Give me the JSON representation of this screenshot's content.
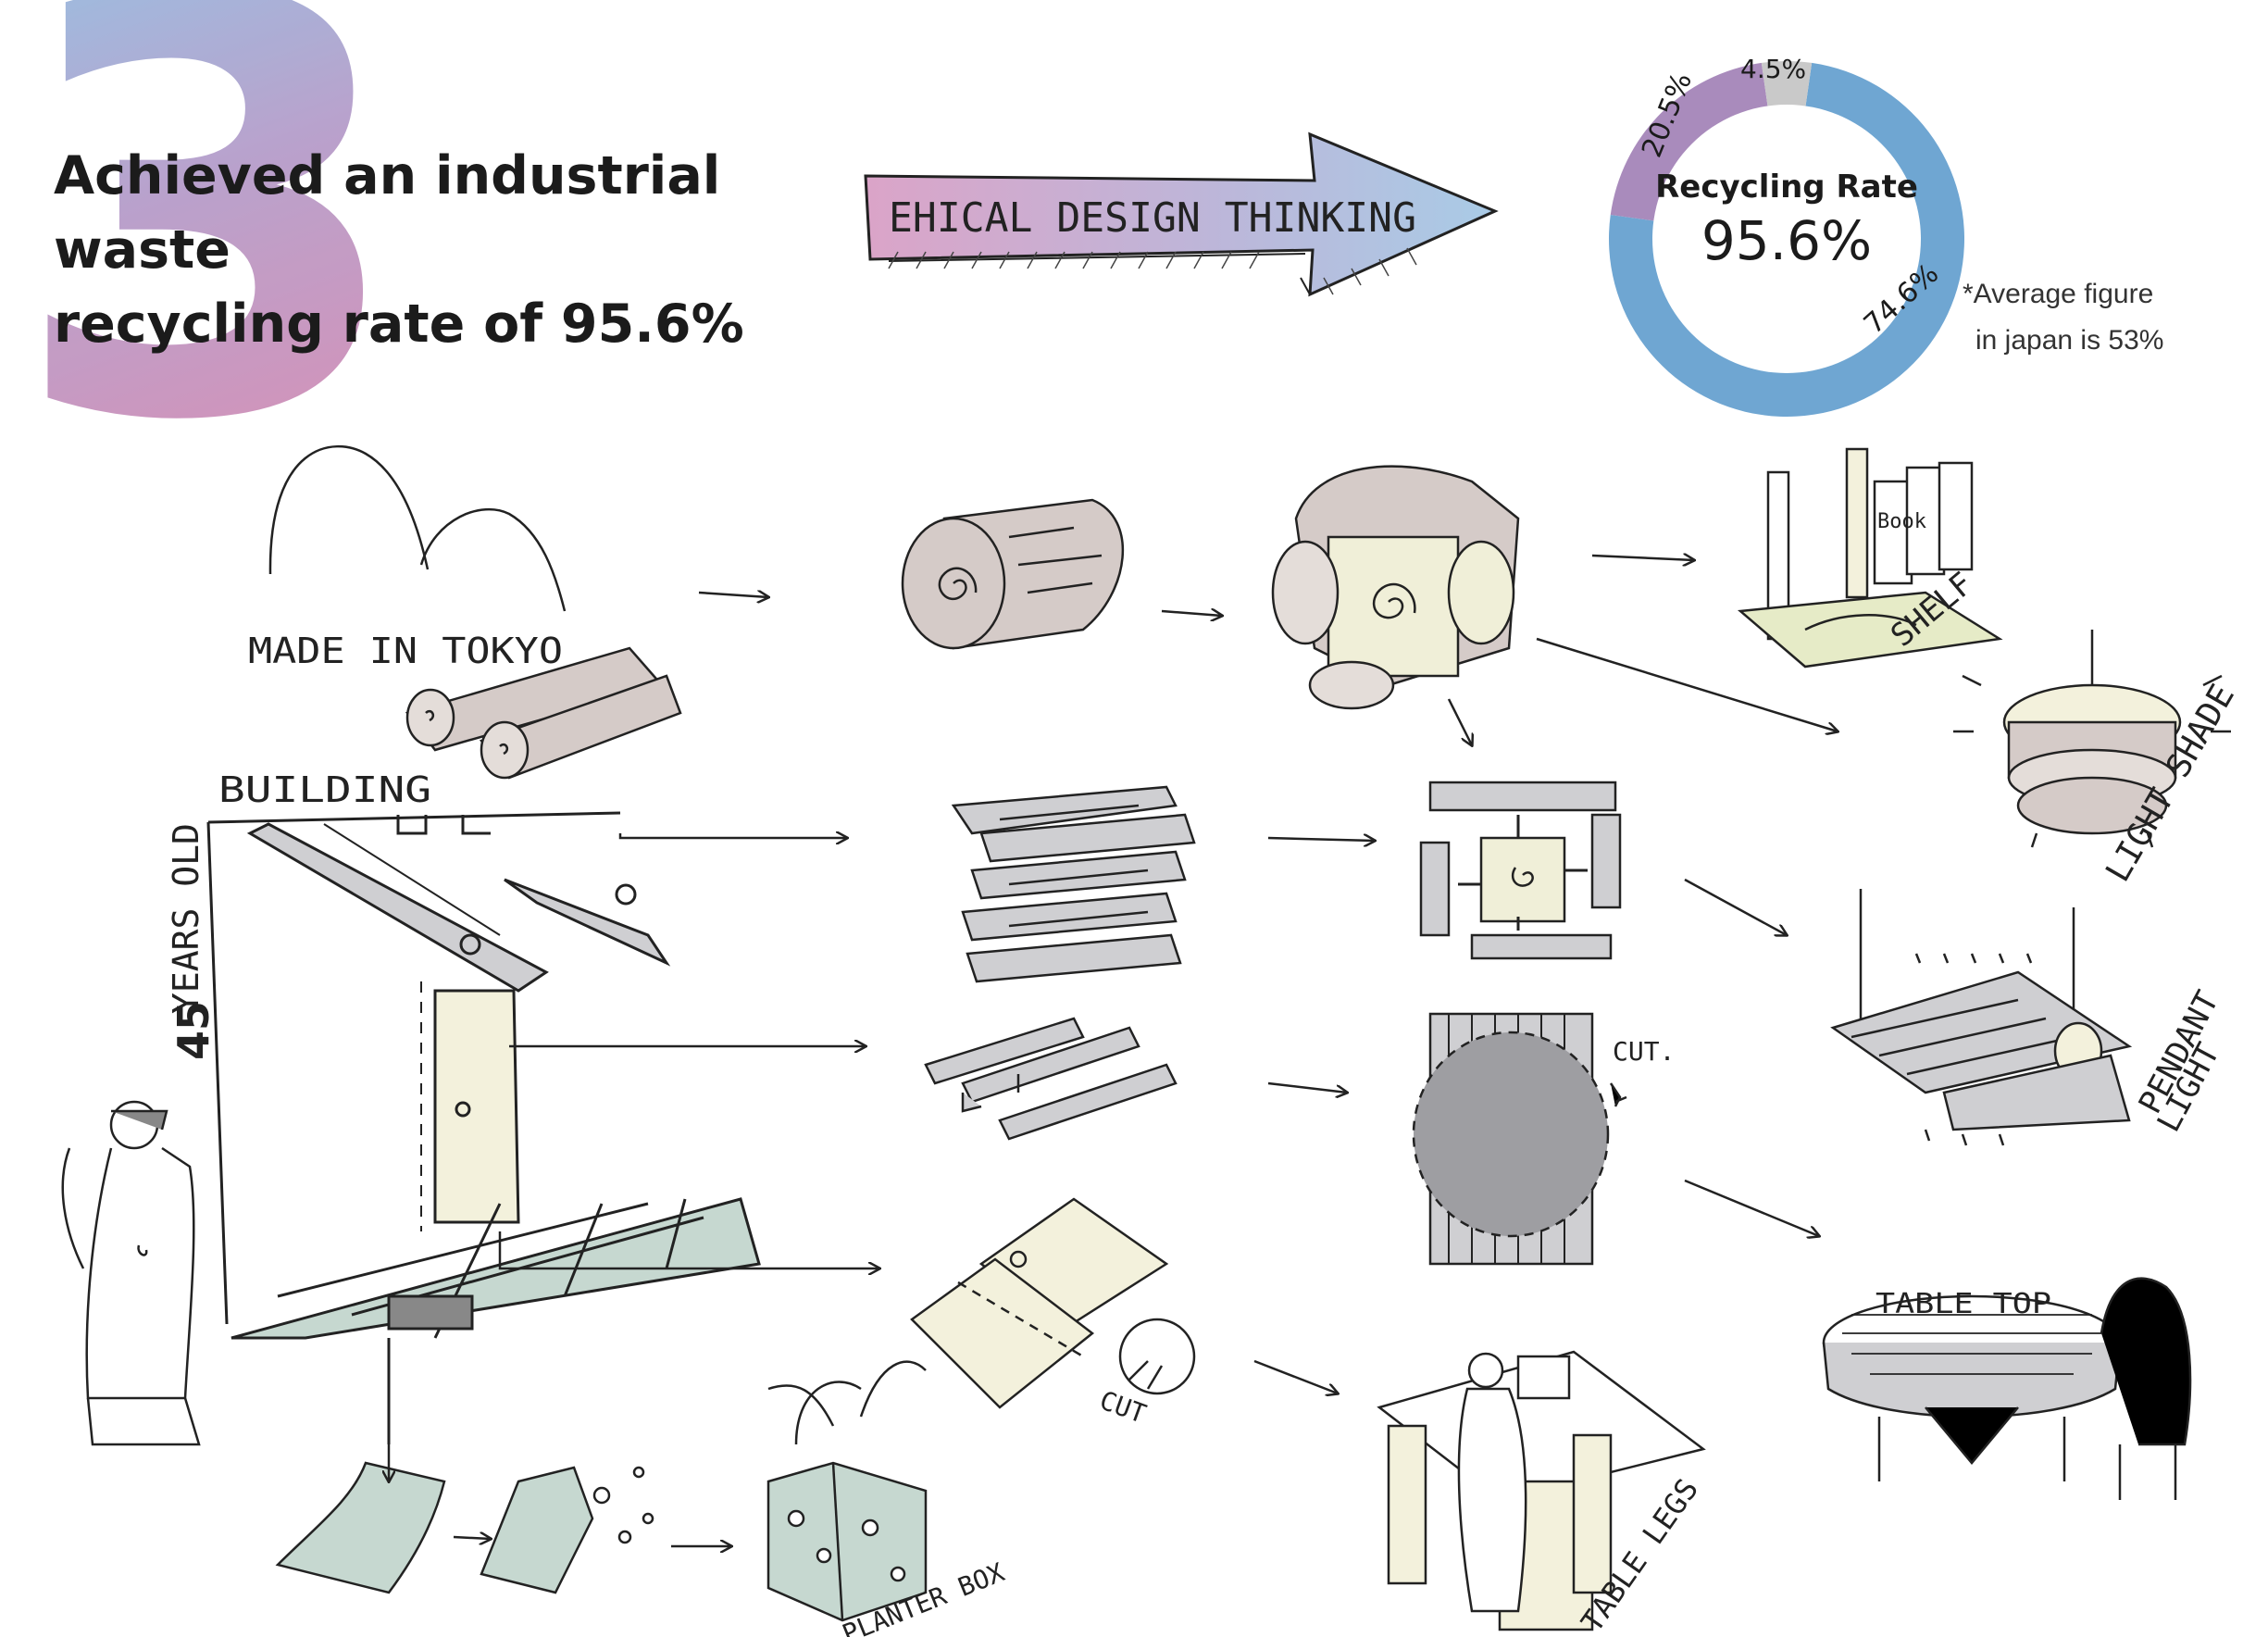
{
  "header": {
    "section_number": "3",
    "headline": "Achieved an industrial waste\nrecycling rate of 95.6%",
    "arrow_text": "EHICAL DESIGN THINKING"
  },
  "chart_data": {
    "type": "pie",
    "center_label": "Recycling Rate",
    "center_value": "95.6%",
    "slices": [
      {
        "label": "74.6%",
        "value": 74.6,
        "color": "#6fa6d2"
      },
      {
        "label": "20.5%",
        "value": 20.5,
        "color": "#a98bbc"
      },
      {
        "label": "4.5%",
        "value": 4.5,
        "color": "#c9c9c9"
      }
    ],
    "note": [
      "*Average figure",
      "in japan is 53%"
    ]
  },
  "sketch_labels": {
    "made_in_tokyo": "MADE IN TOKYO",
    "building": "BUILDING",
    "years_number": "45",
    "years_text": "YEARS OLD",
    "book": "Book",
    "shelf": "SHELF",
    "light_shade": "LIGHT SHADE",
    "pendant": "PENDANT",
    "light": "LIGHT",
    "cut_1": "CUT.",
    "cut_2": "CUT",
    "table_top": "TABLE TOP",
    "table_legs": "TABLE LEGS",
    "planter_box": "PLANTER BOX"
  },
  "colors": {
    "ink": "#222222",
    "wood": "#d5cbc8",
    "cream": "#f3f1dc",
    "green": "#c6d8d0",
    "grey": "#cfcfd2",
    "gradient_blue": "#8fbde2",
    "gradient_pink": "#d786ae"
  }
}
